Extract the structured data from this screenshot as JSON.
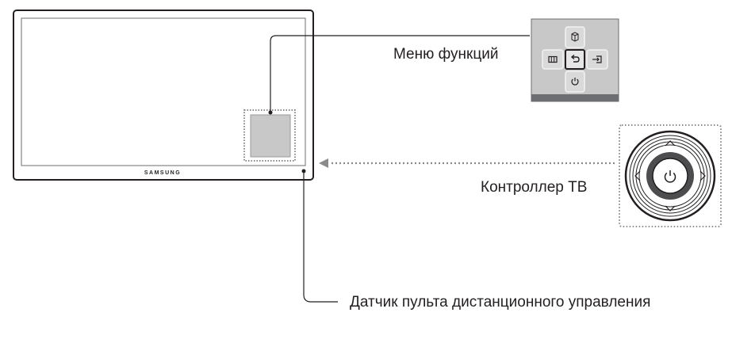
{
  "tv": {
    "brand": "SAMSUNG"
  },
  "labels": {
    "function_menu": "Меню функций",
    "tv_controller": "Контроллер ТВ",
    "remote_sensor": "Датчик пульта дистанционного управления"
  },
  "colors": {
    "line": "#231f20",
    "panel_gray": "#c8c8c8",
    "panel_border": "#6d6e71",
    "dotted": "#8a8a8a",
    "sensor_fill": "#c8c8c8"
  },
  "icons": {
    "menu_top": "3d-cube-icon",
    "menu_left": "columns-icon",
    "menu_center": "return-icon",
    "menu_right": "source-input-icon",
    "menu_bottom": "power-icon",
    "controller_center": "power-icon"
  }
}
